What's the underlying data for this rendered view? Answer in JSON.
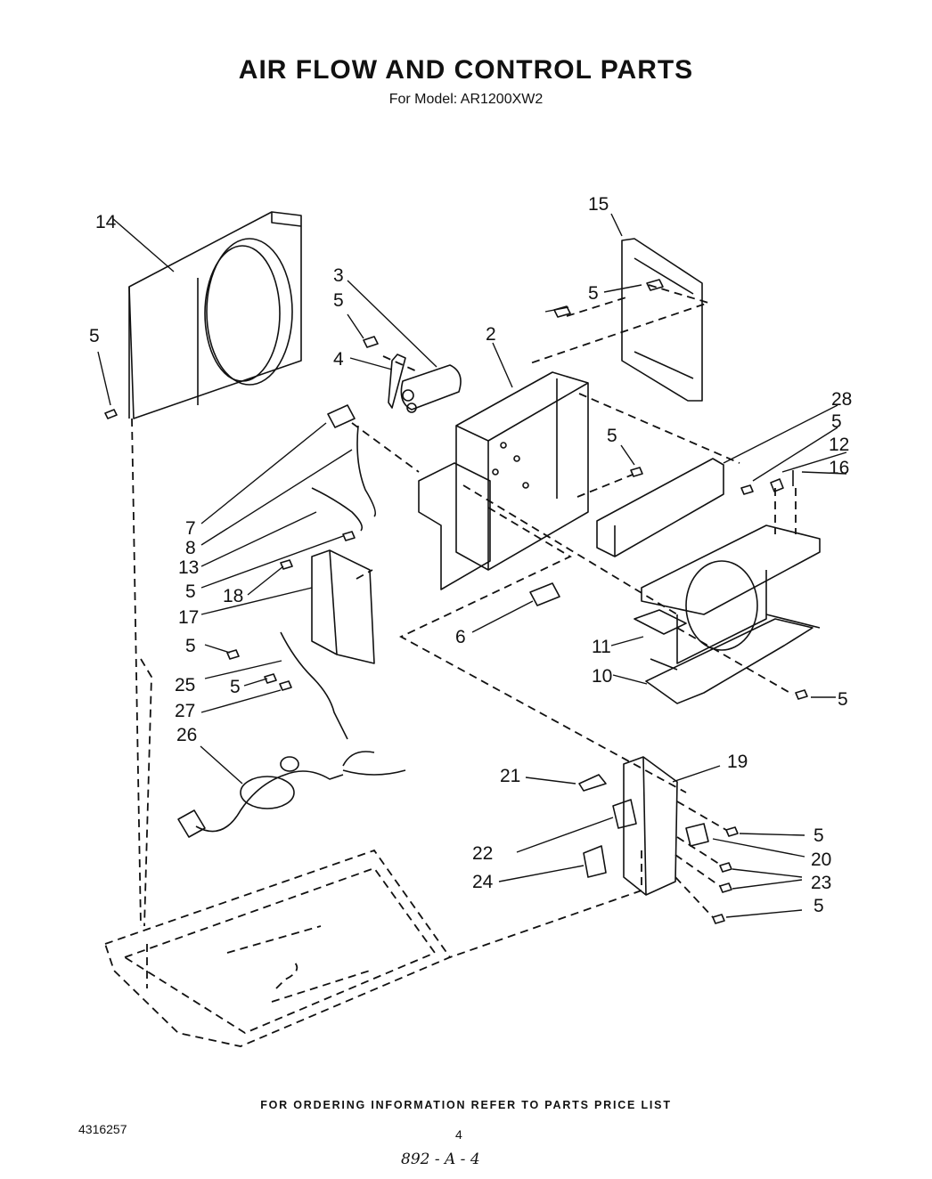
{
  "title": "AIR FLOW AND CONTROL PARTS",
  "subtitle": "For Model: AR1200XW2",
  "footer": "FOR ORDERING INFORMATION REFER TO PARTS PRICE LIST",
  "doc_number": "4316257",
  "page_number": "4",
  "handwritten_note": "892 - A - 4",
  "callouts": [
    "14",
    "5",
    "3",
    "5",
    "4",
    "2",
    "15",
    "5",
    "28",
    "5",
    "12",
    "16",
    "5",
    "7",
    "8",
    "13",
    "5",
    "18",
    "17",
    "5",
    "25",
    "5",
    "27",
    "26",
    "6",
    "11",
    "10",
    "5",
    "21",
    "19",
    "22",
    "5",
    "20",
    "24",
    "23",
    "5"
  ]
}
